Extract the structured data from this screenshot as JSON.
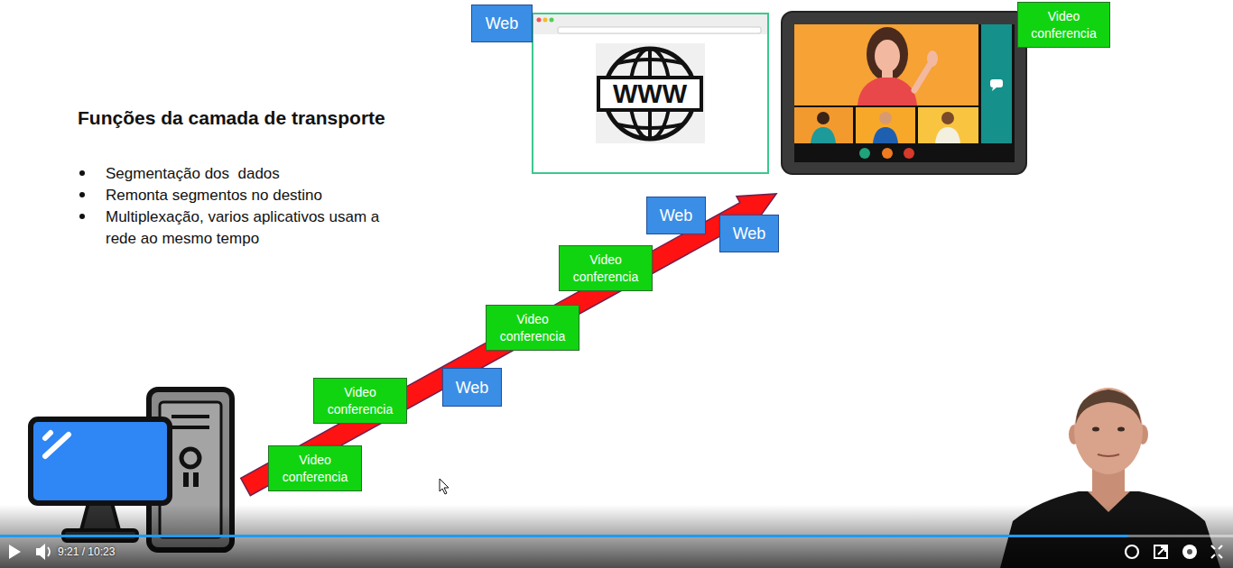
{
  "diagram": {
    "title": "Funções da camada de transporte",
    "nodes": [
      {
        "text": [
          "Web"
        ]
      },
      {
        "text": [
          "Video conferencia"
        ]
      },
      {
        "text": [
          "Web"
        ]
      },
      {
        "text": [
          "Web"
        ]
      },
      {
        "text": [
          "Video conferencia"
        ]
      },
      {
        "text": [
          "Video conferencia"
        ]
      },
      {
        "text": [
          "Web"
        ]
      },
      {
        "text": [
          "Video conferencia"
        ]
      },
      {
        "text": [
          "Video conferencia"
        ]
      }
    ],
    "labels": [
      "Segmentação dos  dados",
      "Remonta segmentos no destino",
      "Multiplexação, varios aplicativos usam a rede ao mesmo tempo",
      "WWW",
      "9:21 / 10:23"
    ]
  }
}
